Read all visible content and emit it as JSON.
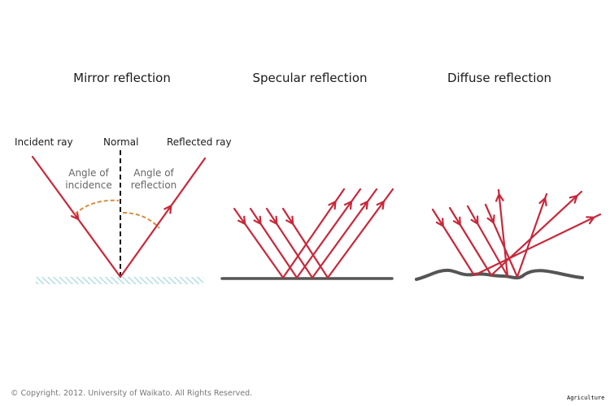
{
  "titles": {
    "mirror": "Mirror reflection",
    "specular": "Specular reflection",
    "diffuse": "Diffuse reflection"
  },
  "labels": {
    "incident_ray": "Incident ray",
    "normal": "Normal",
    "reflected_ray": "Reflected ray",
    "angle_incidence_1": "Angle of",
    "angle_incidence_2": "incidence",
    "angle_reflection_1": "Angle of",
    "angle_reflection_2": "reflection"
  },
  "footer": {
    "copyright": "© Copyright. 2012. University of Waikato. All Rights Reserved.",
    "tag": "Agriculture"
  },
  "colors": {
    "ray": "#c8283a",
    "arc": "#d98a3a",
    "surface_mirror": "#8fd3dc",
    "surface": "#555555",
    "normal": "#111111"
  }
}
